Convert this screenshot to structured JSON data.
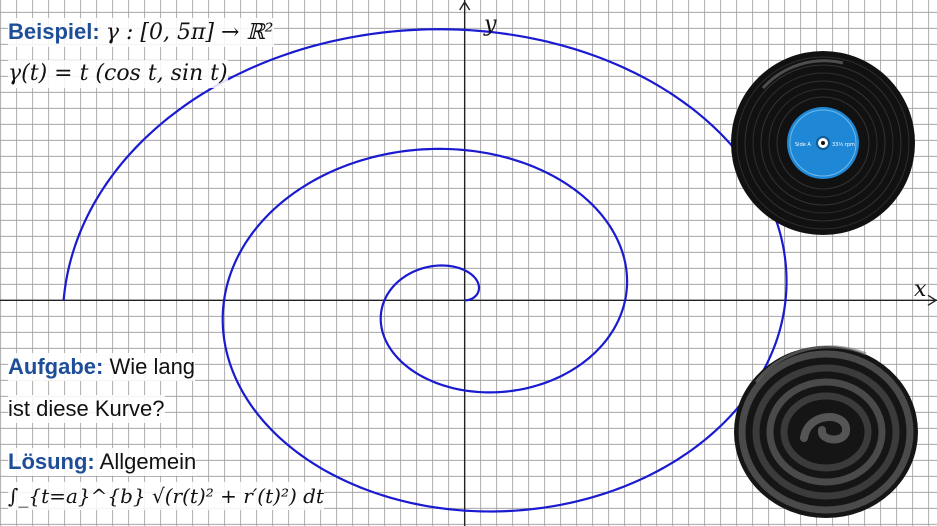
{
  "colors": {
    "grid": "#9a9a9a",
    "axis": "#222222",
    "curve": "#1a1ad0",
    "keyword": "#1f4e99",
    "record_label": "#1e88d6"
  },
  "example": {
    "keyword": "Beispiel:",
    "def": "γ : [0, 5π] → ℝ²",
    "param": "γ(t) = t (cos t, sin t)"
  },
  "task": {
    "keyword": "Aufgabe:",
    "line1": "Wie lang",
    "line2": "ist diese Kurve?"
  },
  "solution": {
    "keyword": "Lösung:",
    "text": "Allgemein",
    "formula": "∫_{t=a}^{b} √(r(t)² + r′(t)²) dt"
  },
  "axes": {
    "x_label": "x",
    "y_label": "y"
  },
  "record": {
    "label_left": "Side A",
    "label_right": "33⅓ rpm"
  },
  "chart_data": {
    "type": "line",
    "title": "",
    "xlabel": "x",
    "ylabel": "y",
    "series": [
      {
        "name": "",
        "parametric": "x = t·cos t, y = t·sin t",
        "t_range": [
          0,
          15.708
        ],
        "t": [
          0,
          1.571,
          3.142,
          4.712,
          6.283,
          7.854,
          9.425,
          10.996,
          12.566,
          14.137,
          15.708
        ],
        "x": [
          0,
          0,
          -3.142,
          0,
          6.283,
          0,
          -9.425,
          0,
          12.566,
          0,
          -15.708
        ],
        "y": [
          0,
          1.571,
          0,
          -4.712,
          0,
          7.854,
          0,
          -10.996,
          0,
          14.137,
          0
        ]
      }
    ],
    "xlim": [
      -18.2,
      18.5
    ],
    "ylim": [
      -11.8,
      15.7
    ],
    "grid": true
  }
}
